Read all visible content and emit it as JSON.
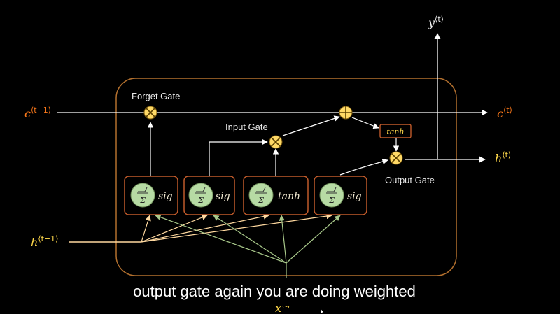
{
  "labels": {
    "c_prev": "c",
    "c_prev_sup": "⟨t−1⟩",
    "c_next": "c",
    "c_next_sup": "⟨t⟩",
    "h_prev": "h",
    "h_prev_sup": "⟨t−1⟩",
    "h_next": "h",
    "h_next_sup": "⟨t⟩",
    "y_out": "y",
    "y_out_sup": "⟨t⟩",
    "x_in": "x",
    "x_in_sup": "⟨t⟩"
  },
  "gates": {
    "forget": "Forget Gate",
    "input": "Input Gate",
    "output": "Output Gate"
  },
  "neurons": [
    {
      "activation": "sig"
    },
    {
      "activation": "sig"
    },
    {
      "activation": "tanh"
    },
    {
      "activation": "sig"
    }
  ],
  "cell_tanh": "tanh",
  "sum_symbol": "Σ",
  "caption": "output gate again you are doing weighted",
  "colors": {
    "cell_border": "#b3702e",
    "neuron_fill": "#b7dba4",
    "op_fill": "#ffd966",
    "h_lines": "#ffd9a0",
    "x_lines": "#a8c88a",
    "c_label": "#ff7a1a",
    "h_label": "#ffd84a"
  }
}
